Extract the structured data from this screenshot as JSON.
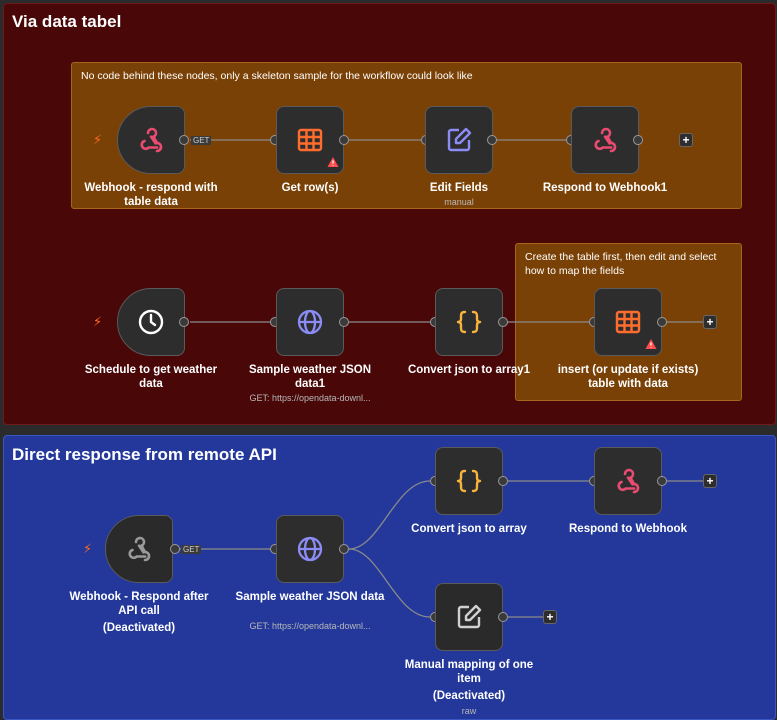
{
  "groups": {
    "data_table": {
      "title": "Via data tabel"
    },
    "direct": {
      "title": "Direct response from remote API"
    }
  },
  "stickies": {
    "skeleton": "No code behind these nodes, only a skeleton sample for the workflow could look like",
    "create_table": "Create the table first, then edit and select how to map the fields"
  },
  "nodes": {
    "webhook_table": {
      "label": "Webhook - respond with table data",
      "badge": "GET",
      "icon": "webhook-icon"
    },
    "get_rows": {
      "label": "Get row(s)",
      "icon": "table-icon",
      "warning": true
    },
    "edit_fields": {
      "label": "Edit Fields",
      "sub": "manual",
      "icon": "edit-icon"
    },
    "respond_webhook1": {
      "label": "Respond to Webhook1",
      "icon": "webhook-icon"
    },
    "schedule": {
      "label": "Schedule to get weather data",
      "icon": "clock-icon"
    },
    "sample_weather1": {
      "label": "Sample weather JSON data1",
      "sub": "GET: https://opendata-downl...",
      "icon": "globe-icon"
    },
    "convert1": {
      "label": "Convert json to array1",
      "icon": "braces-icon"
    },
    "insert_table": {
      "label": "insert (or update if exists) table with data",
      "icon": "table-icon",
      "warning": true
    },
    "webhook_api": {
      "label": "Webhook - Respond after API call",
      "status": "(Deactivated)",
      "badge": "GET",
      "icon": "webhook-icon"
    },
    "sample_weather": {
      "label": "Sample weather JSON data",
      "sub": "GET: https://opendata-downl...",
      "icon": "globe-icon"
    },
    "convert": {
      "label": "Convert json to array",
      "icon": "braces-icon"
    },
    "respond_webhook": {
      "label": "Respond to Webhook",
      "icon": "webhook-icon"
    },
    "manual_mapping": {
      "label": "Manual mapping of one item",
      "status": "(Deactivated)",
      "sub": "raw",
      "icon": "edit-icon"
    }
  },
  "colors": {
    "group_red": "#4a0708",
    "group_blue": "#23389a",
    "sticky": "#7a4106",
    "webhook": "#ea4b71",
    "table": "#ff6d2d",
    "edit": "#8b8cf5",
    "globe": "#8b8cf5",
    "braces": "#f7b33b",
    "trigger_bolt": "#ff6a1f",
    "warning": "#ff4d4d"
  },
  "add_button": "+"
}
